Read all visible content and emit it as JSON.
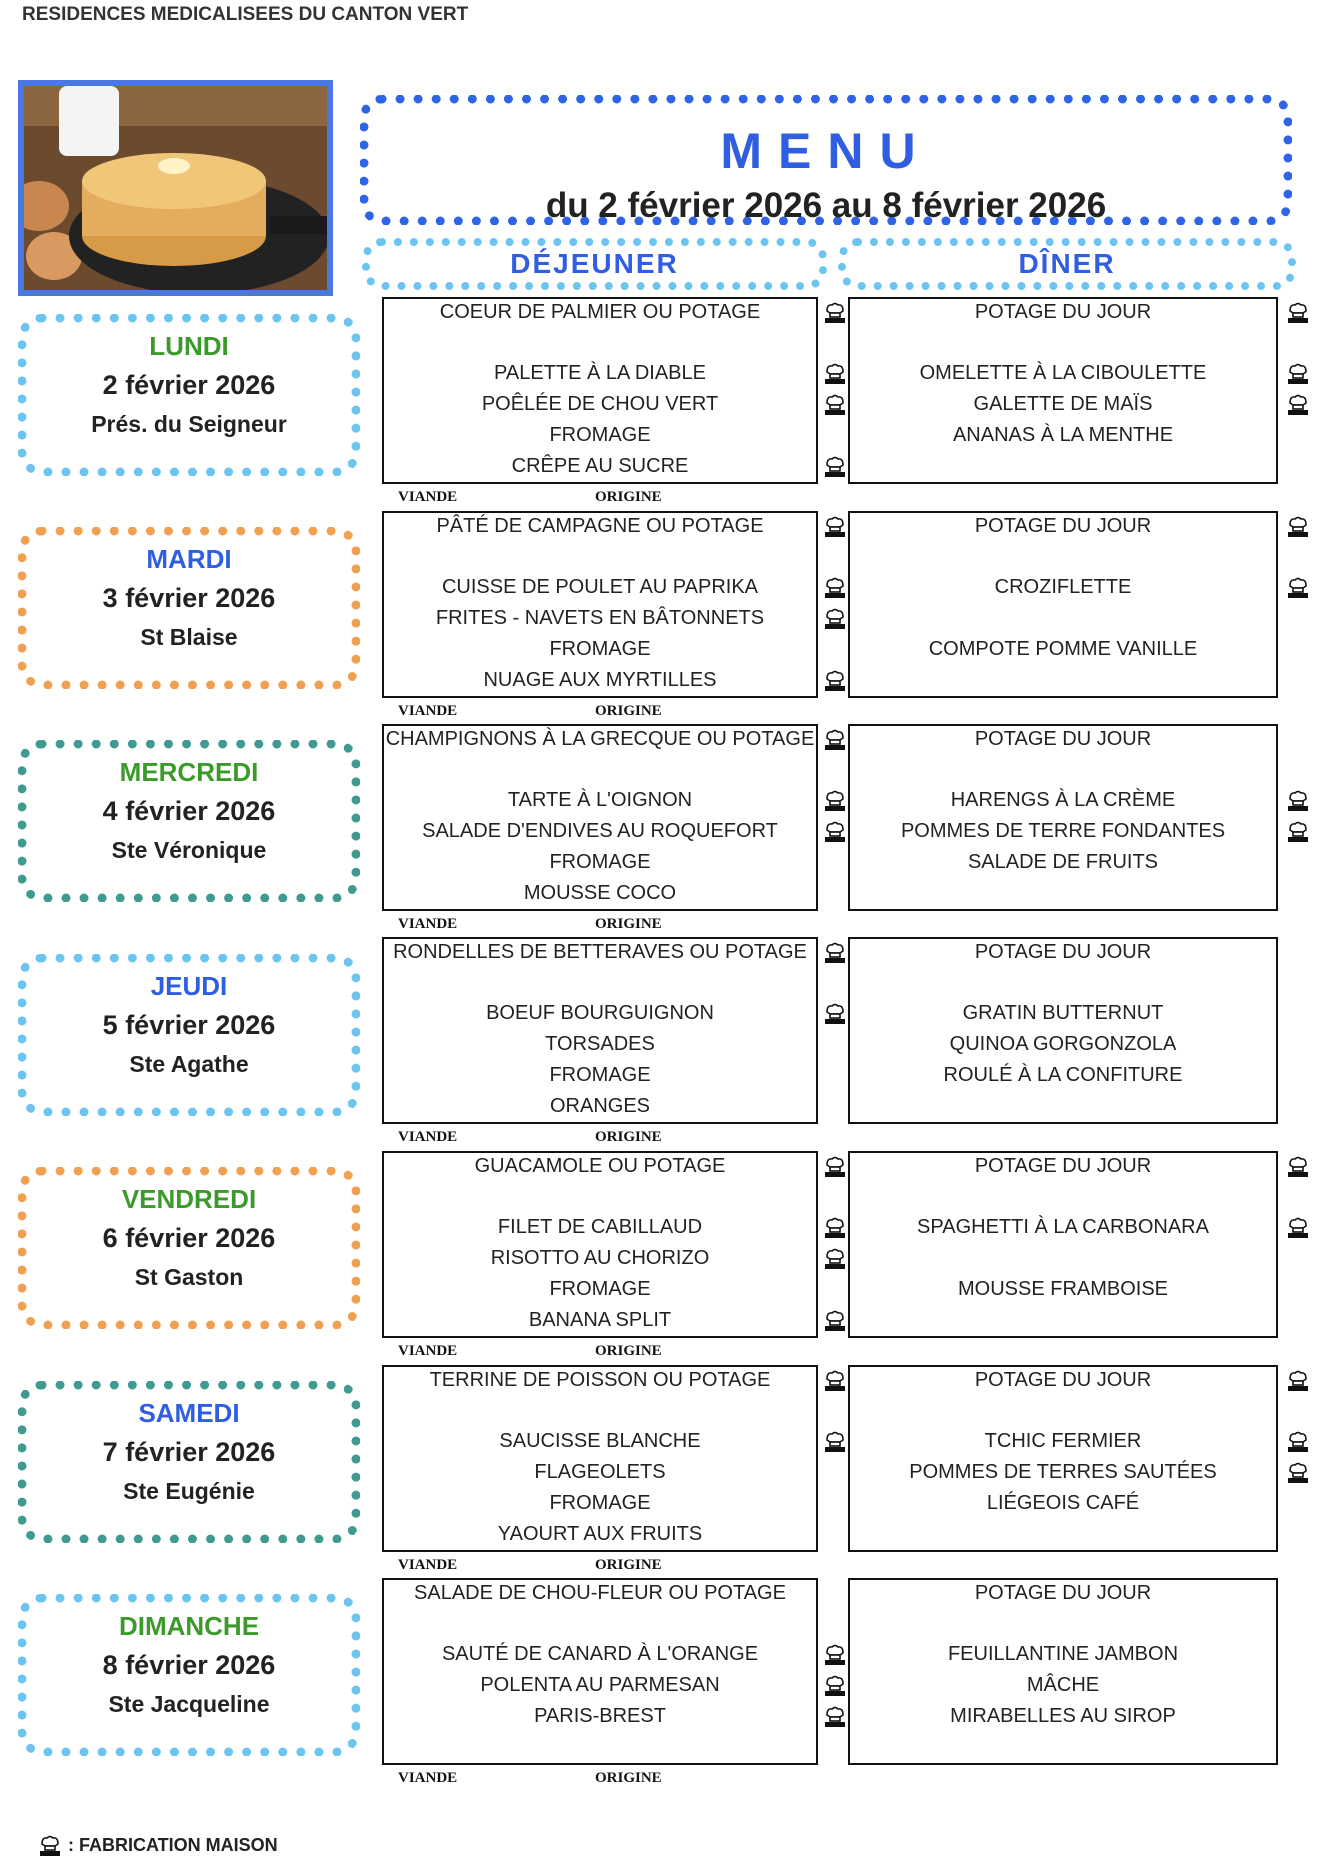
{
  "organization": "RESIDENCES MEDICALISEES DU CANTON VERT",
  "header": {
    "title": "MENU",
    "dates": "du 2 février 2026 au 8 février 2026",
    "lunch_label": "DÉJEUNER",
    "dinner_label": "DÎNER"
  },
  "labels": {
    "meat": "VIANDE",
    "origin": "ORIGINE"
  },
  "legend": {
    "text": ": FABRICATION MAISON"
  },
  "colors": {
    "blue_accent": "#2f5fe0",
    "green_day": "#3c9a2a",
    "light_blue_border": "#6cc4f0",
    "orange_border": "#f0a050",
    "teal_border": "#3f9a8f"
  },
  "days": [
    {
      "name": "LUNDI",
      "date": "2 février 2026",
      "saint": "Prés. du Seigneur",
      "lunch": [
        "COEUR DE PALMIER OU POTAGE",
        "",
        "PALETTE À LA DIABLE",
        "POÊLÉE DE CHOU VERT",
        "FROMAGE",
        "CRÊPE AU SUCRE"
      ],
      "dinner": [
        "POTAGE DU JOUR",
        "",
        "OMELETTE À LA CIBOULETTE",
        "GALETTE DE MAÏS",
        "ANANAS À LA MENTHE",
        ""
      ]
    },
    {
      "name": "MARDI",
      "date": "3 février 2026",
      "saint": "St Blaise",
      "lunch": [
        "PÂTÉ DE CAMPAGNE OU POTAGE",
        "",
        "CUISSE DE POULET AU PAPRIKA",
        "FRITES - NAVETS EN BÂTONNETS",
        "FROMAGE",
        "NUAGE AUX MYRTILLES"
      ],
      "dinner": [
        "POTAGE DU JOUR",
        "",
        "CROZIFLETTE",
        "",
        "COMPOTE POMME VANILLE",
        ""
      ]
    },
    {
      "name": "MERCREDI",
      "date": "4 février 2026",
      "saint": "Ste Véronique",
      "lunch": [
        "CHAMPIGNONS À LA GRECQUE OU POTAGE",
        "",
        "TARTE À L'OIGNON",
        "SALADE D'ENDIVES AU ROQUEFORT",
        "FROMAGE",
        "MOUSSE COCO"
      ],
      "dinner": [
        "POTAGE DU JOUR",
        "",
        "HARENGS À LA CRÈME",
        "POMMES DE TERRE FONDANTES",
        "SALADE DE FRUITS",
        ""
      ]
    },
    {
      "name": "JEUDI",
      "date": "5 février 2026",
      "saint": "Ste Agathe",
      "lunch": [
        "RONDELLES DE BETTERAVES OU POTAGE",
        "",
        "BOEUF BOURGUIGNON",
        "TORSADES",
        "FROMAGE",
        "ORANGES"
      ],
      "dinner": [
        "POTAGE DU JOUR",
        "",
        "GRATIN BUTTERNUT",
        "QUINOA GORGONZOLA",
        "ROULÉ À LA CONFITURE",
        ""
      ]
    },
    {
      "name": "VENDREDI",
      "date": "6 février 2026",
      "saint": "St Gaston",
      "lunch": [
        "GUACAMOLE OU POTAGE",
        "",
        "FILET DE CABILLAUD",
        "RISOTTO AU CHORIZO",
        "FROMAGE",
        "BANANA SPLIT"
      ],
      "dinner": [
        "POTAGE DU JOUR",
        "",
        "SPAGHETTI À LA CARBONARA",
        "",
        "MOUSSE FRAMBOISE",
        ""
      ]
    },
    {
      "name": "SAMEDI",
      "date": "7 février 2026",
      "saint": "Ste Eugénie",
      "lunch": [
        "TERRINE DE POISSON OU POTAGE",
        "",
        "SAUCISSE BLANCHE",
        "FLAGEOLETS",
        "FROMAGE",
        "YAOURT AUX FRUITS"
      ],
      "dinner": [
        "POTAGE DU JOUR",
        "",
        "TCHIC FERMIER",
        "POMMES DE TERRES SAUTÉES",
        "LIÉGEOIS CAFÉ",
        ""
      ]
    },
    {
      "name": "DIMANCHE",
      "date": "8 février 2026",
      "saint": "Ste Jacqueline",
      "lunch": [
        "SALADE DE  CHOU-FLEUR OU POTAGE",
        "",
        "SAUTÉ DE CANARD À L'ORANGE",
        "POLENTA AU PARMESAN",
        "PARIS-BREST",
        ""
      ],
      "dinner": [
        "POTAGE DU JOUR",
        "",
        "FEUILLANTINE JAMBON",
        "MÂCHE",
        "MIRABELLES AU SIROP",
        ""
      ]
    }
  ]
}
